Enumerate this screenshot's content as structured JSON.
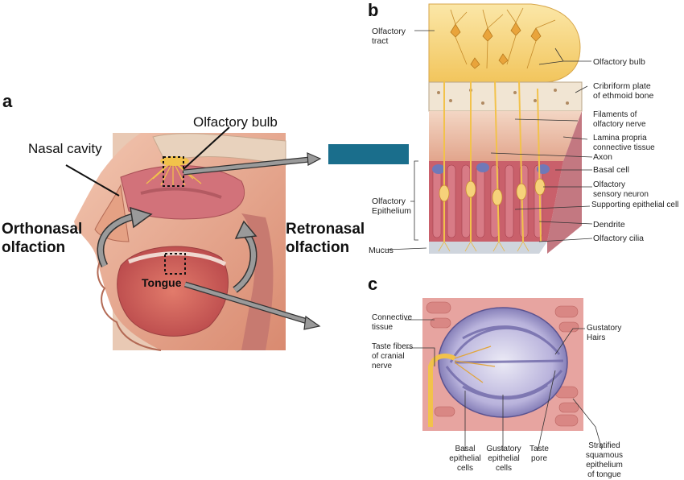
{
  "panel_a": {
    "letter": "a",
    "olfactory_bulb": "Olfactory bulb",
    "nasal_cavity": "Nasal cavity",
    "orthonasal": "Orthonasal\nolfaction",
    "retronasal": "Retronasal\nolfaction",
    "tongue": "Tongue"
  },
  "panel_b": {
    "letter": "b",
    "olfactory_tract": "Olfactory\ntract",
    "olfactory_bulb": "Olfactory bulb",
    "cribriform": "Cribriform plate\nof ethmoid bone",
    "filaments": "Filaments of\nolfactory nerve",
    "lamina": "Lamina propria\nconnective tissue",
    "axon": "Axon",
    "basal_cell": "Basal cell",
    "olfactory_epithelium": "Olfactory\nEpithelium",
    "sensory_neuron": "Olfactory\nsensory neuron",
    "supporting": "Supporting epithelial cell",
    "dendrite": "Dendrite",
    "cilia": "Olfactory cilia",
    "mucus": "Mucus"
  },
  "panel_c": {
    "letter": "c",
    "connective": "Connective\ntissue",
    "gustatory_hairs": "Gustatory\nHairs",
    "taste_fibers": "Taste fibers\nof cranial\nnerve",
    "basal": "Basal\nepithelial\ncells",
    "gustatory_cells": "Gustatory\nepithelial\ncells",
    "taste_pore": "Taste\npore",
    "stratified": "Stratified\nsquamous\nepithelium\nof tongue"
  },
  "colors": {
    "skin": "#e8a88f",
    "tissue": "#d9826e",
    "bulb": "#f6d27a",
    "cell_purple": "#8e86c4",
    "cell_pink": "#c8606a",
    "arrow": "#8a8a8a",
    "redaction": "#1a6e8c"
  }
}
